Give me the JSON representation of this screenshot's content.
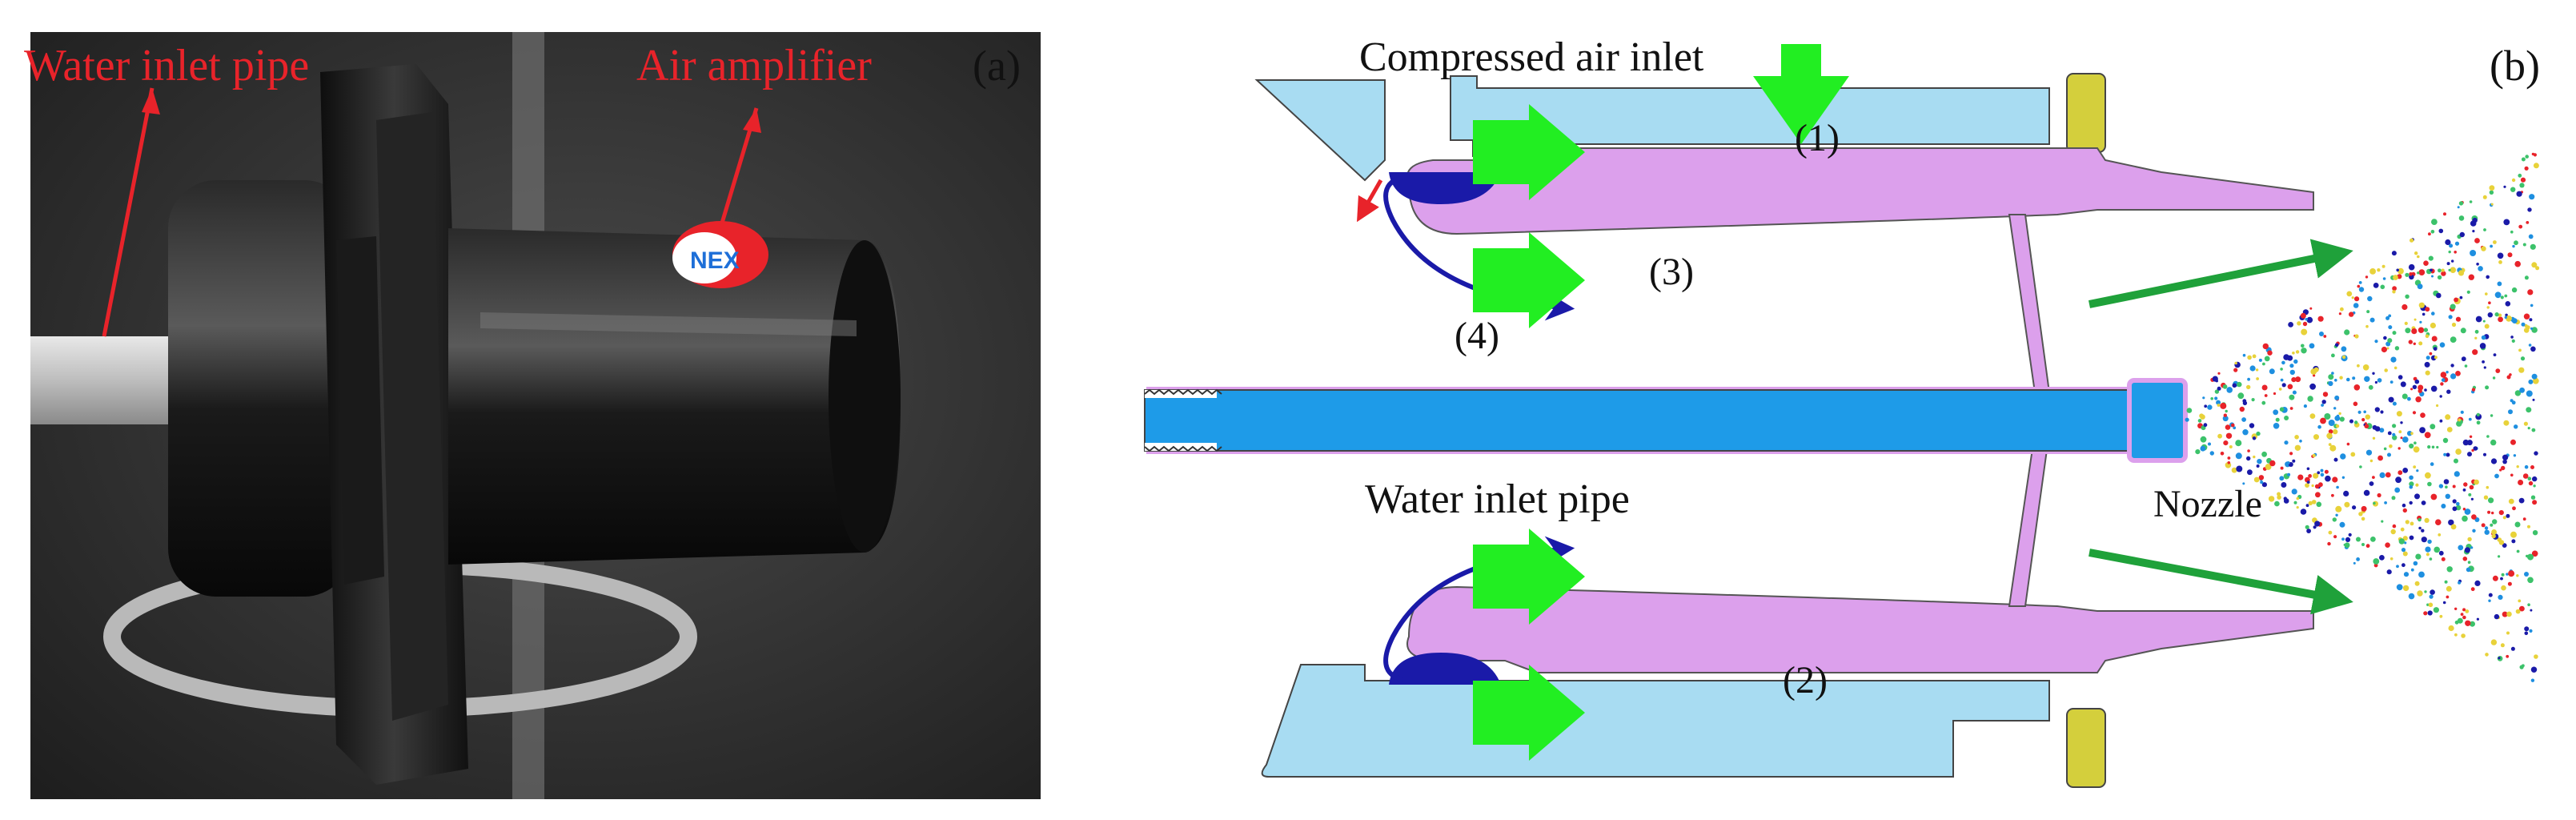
{
  "panel_a": {
    "tag": "(a)",
    "labels": {
      "water_inlet_pipe": "Water inlet pipe",
      "air_amplifier": "Air amplifier"
    },
    "photo_brand_text": "NEX",
    "colors": {
      "annotation": "#e8232a",
      "background": "#2b2b2b"
    }
  },
  "panel_b": {
    "tag": "(b)",
    "labels": {
      "compressed_air_inlet": "Compressed air inlet",
      "water_inlet_pipe": "Water inlet pipe",
      "nozzle": "Nozzle",
      "marker_1": "(1)",
      "marker_2": "(2)",
      "marker_3": "(3)",
      "marker_4": "(4)"
    },
    "colors": {
      "housing": "#a8dcf2",
      "amplifier_body": "#dca0ec",
      "water_pipe": "#1e9be8",
      "ring": "#d4cf3c",
      "air_arrow": "#22ee22",
      "flow_arrow": "#1a1aa8",
      "exit_arrow": "#1fa13a",
      "small_arrow": "#e8232a",
      "spray": [
        "#1e8fe0",
        "#3cc26a",
        "#e8d23a",
        "#e8232a",
        "#1a1aa8"
      ]
    }
  }
}
